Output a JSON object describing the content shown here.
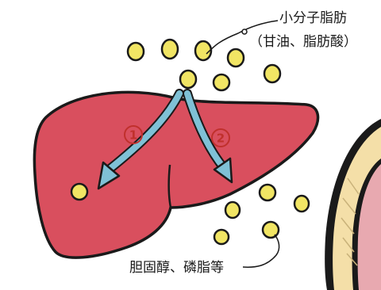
{
  "labels": {
    "small_fat": "小分子脂肪",
    "small_fat_detail": "（甘油、脂肪酸）",
    "large": "胆固醇、磷脂等"
  },
  "arrows": {
    "first": "1",
    "second": "2"
  },
  "colors": {
    "liver": "#d94f5e",
    "liver_outline": "#1a1a1a",
    "molecule": "#f1e564",
    "arrow": "#7fc1d6",
    "vessel": "#f4dfa8",
    "vessel_inner": "#e8a9b0"
  }
}
